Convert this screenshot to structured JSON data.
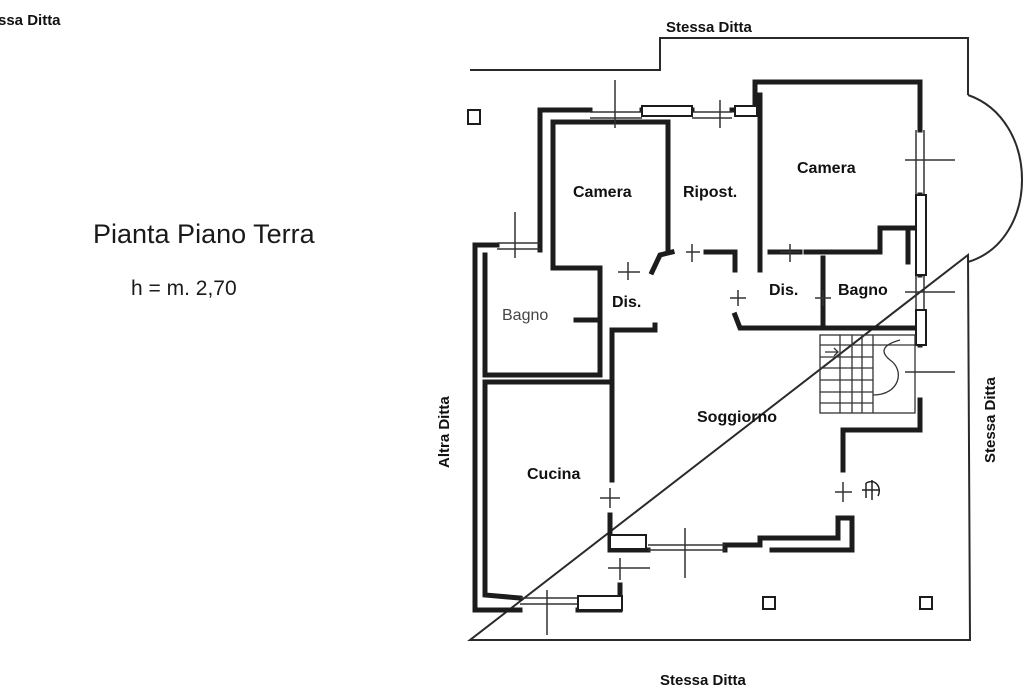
{
  "sheet": {
    "title": "Pianta Piano Terra",
    "height_note": "h = m. 2,70",
    "cut_label_top_left": "ssa Ditta"
  },
  "neighbors": {
    "top": "Stessa Ditta",
    "left": "Altra Ditta",
    "right": "Stessa Ditta",
    "bottom": "Stessa Ditta"
  },
  "rooms": {
    "camera_left": "Camera",
    "ripost": "Ripost.",
    "camera_right": "Camera",
    "bagno_left": "Bagno",
    "dis_left": "Dis.",
    "dis_right": "Dis.",
    "bagno_right": "Bagno",
    "soggiorno": "Soggiorno",
    "cucina": "Cucina"
  },
  "colors": {
    "wall": "#1c1c1c",
    "ink": "#111111",
    "background": "#ffffff"
  }
}
